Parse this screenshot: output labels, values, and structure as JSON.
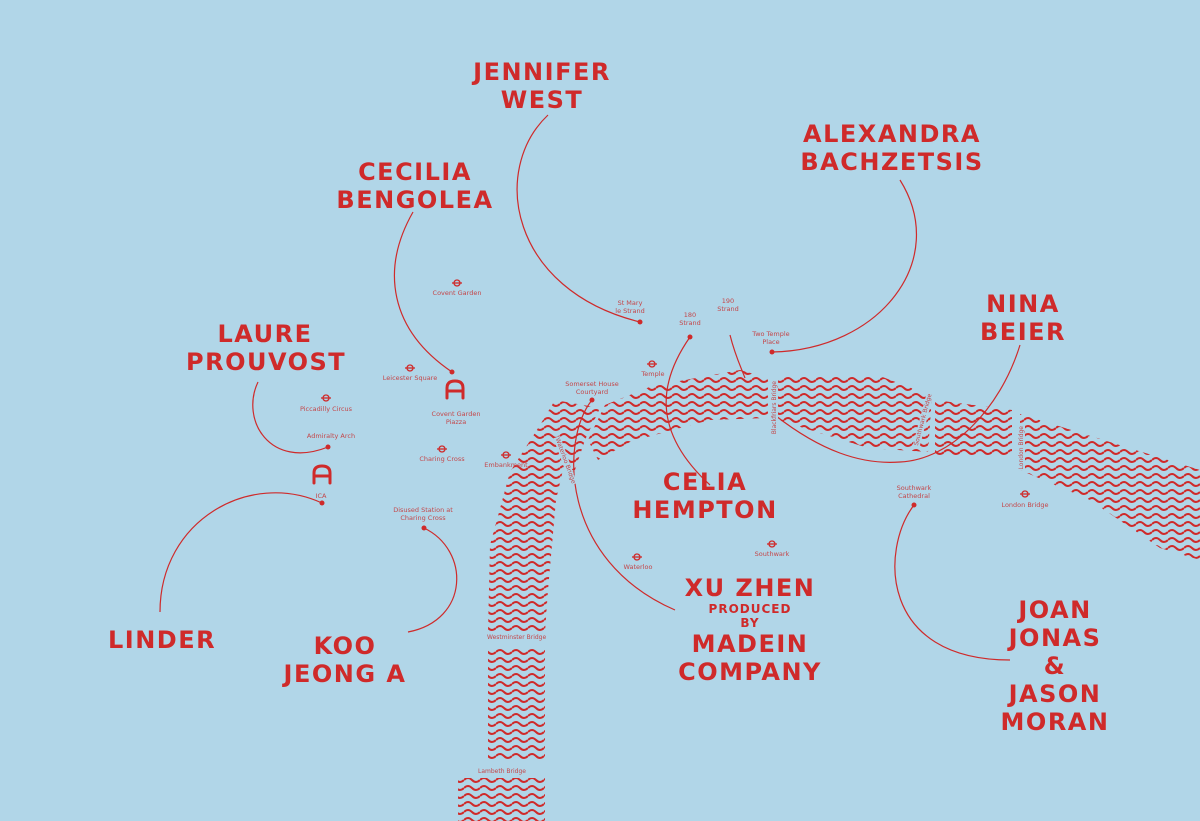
{
  "colors": {
    "water_bg": "#b1d6e8",
    "accent": "#cf2a2a",
    "label": "#c4474a"
  },
  "icons": {
    "tube": "underground-roundel-icon",
    "venue": "venue-a-icon"
  },
  "artists": {
    "jennifer_west": [
      "JENNIFER",
      "WEST"
    ],
    "alexandra_bachzetsis": [
      "ALEXANDRA",
      "BACHZETSIS"
    ],
    "cecilia_bengolea": [
      "CECILIA",
      "BENGOLEA"
    ],
    "laure_prouvost": [
      "LAURE",
      "PROUVOST"
    ],
    "nina_beier": [
      "NINA",
      "BEIER"
    ],
    "celia_hempton": [
      "CELIA",
      "HEMPTON"
    ],
    "linder": [
      "LINDER"
    ],
    "koo_jeong_a": [
      "KOO",
      "JEONG A"
    ],
    "xu_zhen": {
      "name": "XU ZHEN",
      "produced": "PRODUCED",
      "by": "BY",
      "company": [
        "MADEIN",
        "COMPANY"
      ]
    },
    "joan_jonas": [
      "JOAN",
      "JONAS",
      "&",
      "JASON",
      "MORAN"
    ]
  },
  "places": {
    "covent_garden": [
      "Covent Garden"
    ],
    "leicester_square": [
      "Leicester Square"
    ],
    "covent_garden_piazza": [
      "Covent Garden",
      "Piazza"
    ],
    "piccadilly_circus": [
      "Piccadilly Circus"
    ],
    "admiralty_arch": [
      "Admiralty Arch"
    ],
    "ica": [
      "ICA"
    ],
    "charing_cross": [
      "Charing Cross"
    ],
    "embankment": [
      "Embankment"
    ],
    "disused_station": [
      "Disused Station at",
      "Charing Cross"
    ],
    "st_mary": [
      "St Mary",
      "le Strand"
    ],
    "strand_180": [
      "180",
      "Strand"
    ],
    "strand_190": [
      "190",
      "Strand"
    ],
    "two_temple": [
      "Two Temple",
      "Place"
    ],
    "temple": [
      "Temple"
    ],
    "somerset_house": [
      "Somerset House",
      "Courtyard"
    ],
    "waterloo": [
      "Waterloo"
    ],
    "southwark": [
      "Southwark"
    ],
    "southwark_cathedral": [
      "Southwark",
      "Cathedral"
    ],
    "london_bridge_station": [
      "London Bridge"
    ]
  },
  "bridges": {
    "waterloo": "Waterloo Bridge",
    "blackfriars": "Blackfriars Bridge",
    "southwark": "Southwark Bridge",
    "london": "London Bridge",
    "westminster": "Westminster Bridge",
    "lambeth": "Lambeth Bridge"
  }
}
